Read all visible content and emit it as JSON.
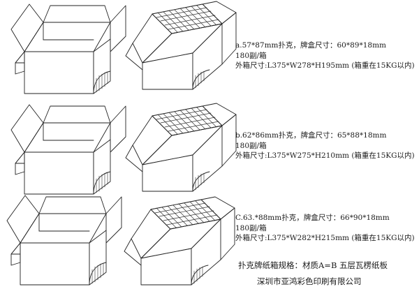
{
  "specs": [
    {
      "line1": "a.57*87mm扑克，牌盒尺寸：60*89*18mm",
      "line2": "180副/箱",
      "line3": "外箱尺寸:L375*W278*H195mm  (箱重在15KG以内)"
    },
    {
      "line1": "b.62*86mm扑克，牌盒尺寸：65*88*18mm",
      "line2": "180副/箱",
      "line3": "外箱尺寸:L375*W275*H210mm  (箱重在15KG以内)"
    },
    {
      "line1": "C.63.*88mm扑克，牌盒尺寸：66*90*18mm",
      "line2": "180副/箱",
      "line3": "外箱尺寸:L375*W282*H215mm  (箱重在15KG以内)"
    }
  ],
  "material_note": "扑克牌纸箱规格：材质A=B 五层瓦楞纸板",
  "company_name": "深圳市亚鸿彩色印刷有限公司"
}
